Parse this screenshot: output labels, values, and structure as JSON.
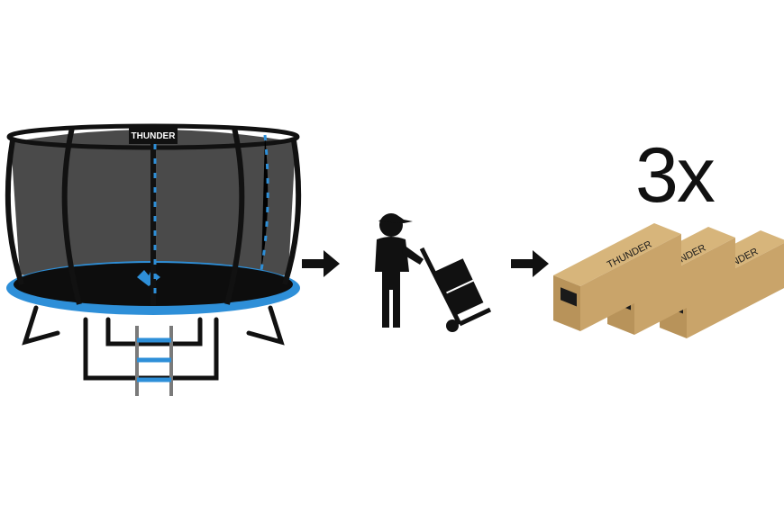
{
  "quantity_label": "3x",
  "brand_logo_text": "THUNDER",
  "colors": {
    "background": "#ffffff",
    "frame": "#111111",
    "accent_blue": "#2e8fd8",
    "box_kraft": "#c9a46a",
    "box_shadow": "#a8844c",
    "ink": "#111111"
  },
  "icons": [
    "trampoline-image",
    "arrow-right-icon",
    "courier-with-hand-truck-icon",
    "arrow-right-icon",
    "cardboard-boxes-image"
  ]
}
